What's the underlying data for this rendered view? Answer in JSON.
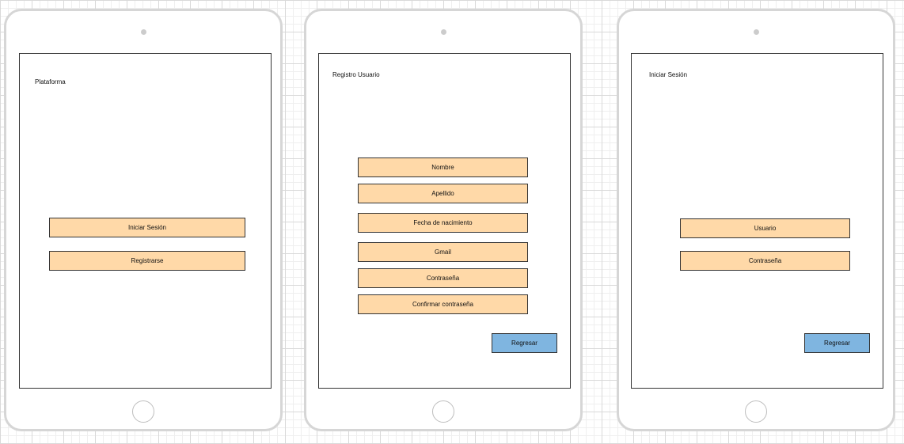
{
  "colors": {
    "field_fill": "#ffd9a8",
    "button_fill": "#7fb5e0",
    "device_frame": "#d6d6d6"
  },
  "screens": [
    {
      "title": "Plataforma",
      "buttons": [
        "Iniciar Sesión",
        "Registrarse"
      ]
    },
    {
      "title": "Registro Usuario",
      "fields": [
        "Nombre",
        "Apellido",
        "Fecha de nacimiento",
        "Gmail",
        "Contraseña",
        "Confirmar contraseña"
      ],
      "back_label": "Regresar"
    },
    {
      "title": "Iniciar Sesión",
      "fields": [
        "Usuario",
        "Contraseña"
      ],
      "back_label": "Regresar"
    }
  ]
}
